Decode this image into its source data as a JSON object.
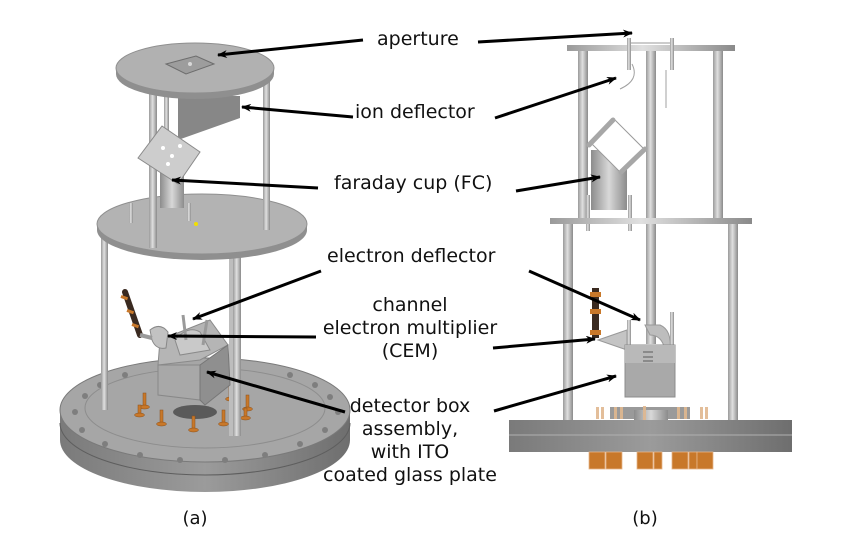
{
  "figure": {
    "panels": [
      {
        "id": "a",
        "caption": "(a)",
        "view": "3D perspective"
      },
      {
        "id": "b",
        "caption": "(b)",
        "view": "side elevation"
      }
    ],
    "labels": {
      "aperture": "aperture",
      "ion_deflector": "ion deflector",
      "faraday_cup": "faraday cup (FC)",
      "electron_deflector": "electron deflector",
      "cem_line1": "channel",
      "cem_line2": "electron multiplier",
      "cem_line3": "(CEM)",
      "detector_line1": "detector box",
      "detector_line2": "assembly,",
      "detector_line3": "with ITO",
      "detector_line4": "coated glass plate"
    },
    "colors": {
      "metal_light": "#c8c8c8",
      "metal_mid": "#a9a9a9",
      "metal_dark": "#7a7a7a",
      "flange": "#8c8c8c",
      "copper": "#c8782a",
      "arrow": "#000000",
      "highlight": "#f2e000"
    }
  }
}
